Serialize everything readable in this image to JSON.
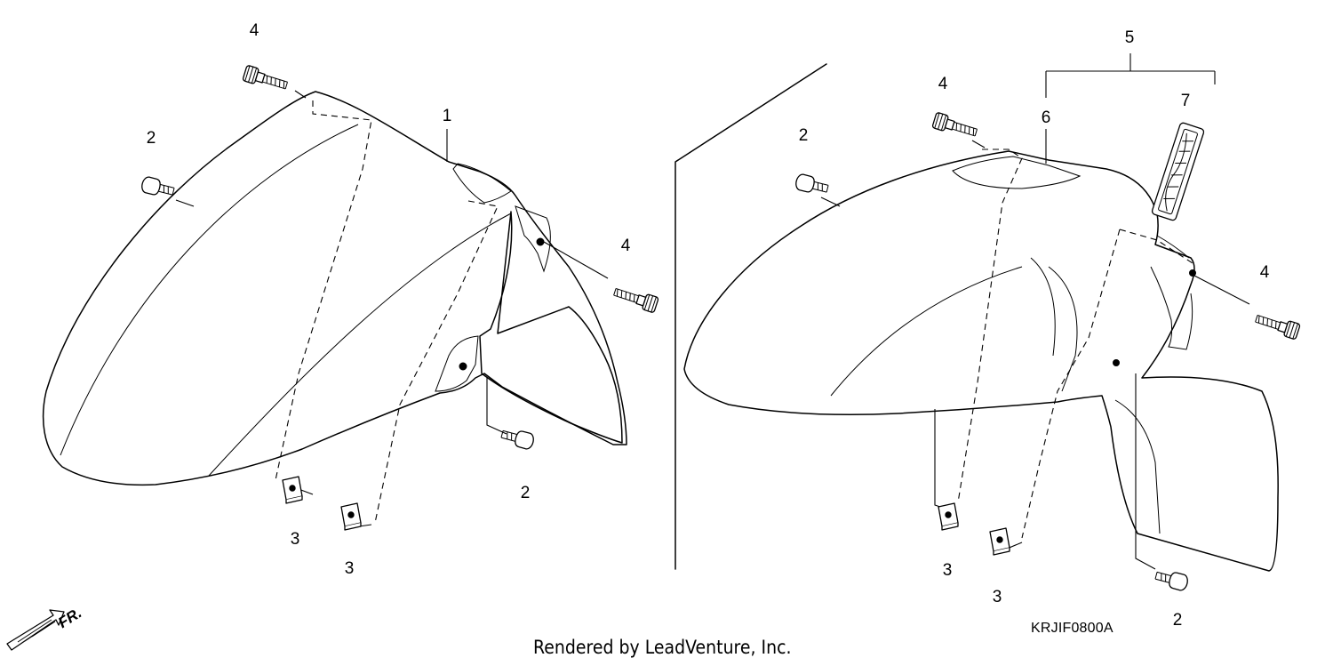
{
  "diagram": {
    "code": "KRJIF0800A",
    "credit": "Rendered by LeadVenture, Inc.",
    "direction_label": "FR.",
    "left_assembly": {
      "callouts": [
        "4",
        "2",
        "1",
        "4",
        "2",
        "3",
        "3"
      ]
    },
    "right_assembly": {
      "callouts": [
        "5",
        "4",
        "6",
        "7",
        "2",
        "4",
        "3",
        "3",
        "2"
      ]
    }
  }
}
